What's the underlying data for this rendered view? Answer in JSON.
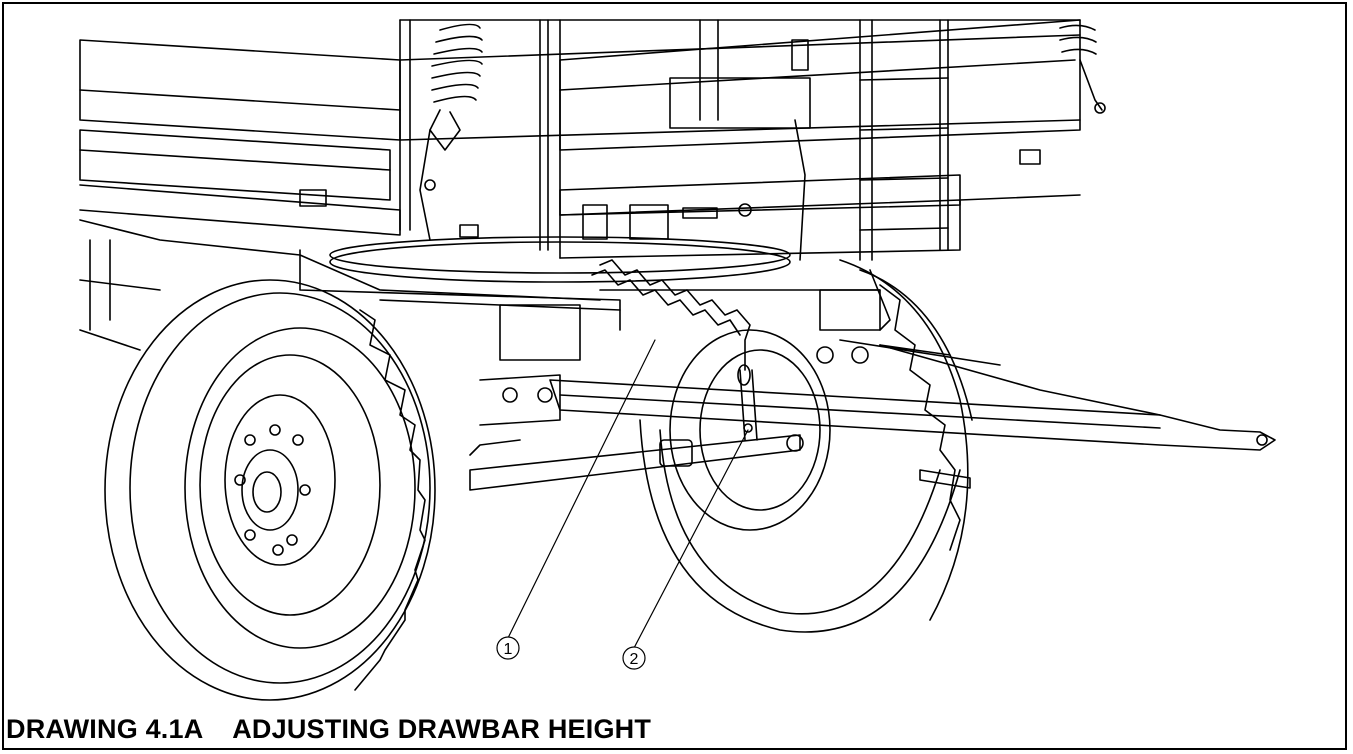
{
  "figure": {
    "callouts": [
      {
        "label": "1"
      },
      {
        "label": "2"
      }
    ],
    "caption": "DRAWING 4.1A    ADJUSTING DRAWBAR HEIGHT"
  }
}
